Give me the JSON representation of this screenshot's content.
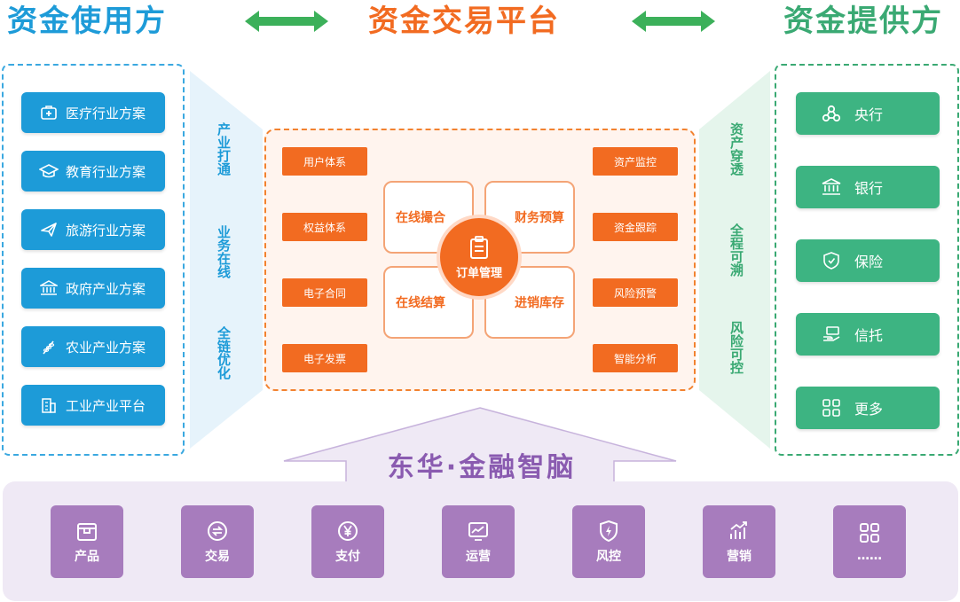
{
  "titles": {
    "left": "资金使用方",
    "center": "资金交易平台",
    "right": "资金提供方"
  },
  "left_panel": {
    "items": [
      {
        "label": "医疗行业方案",
        "icon": "medical-kit-icon"
      },
      {
        "label": "教育行业方案",
        "icon": "graduation-cap-icon"
      },
      {
        "label": "旅游行业方案",
        "icon": "airplane-icon"
      },
      {
        "label": "政府产业方案",
        "icon": "government-building-icon"
      },
      {
        "label": "农业产业方案",
        "icon": "wheat-icon"
      },
      {
        "label": "工业产业平台",
        "icon": "factory-building-icon"
      }
    ]
  },
  "left_banner": {
    "phrases": [
      "产业打通",
      "业务在线",
      "全链优化"
    ]
  },
  "right_banner": {
    "phrases": [
      "资产穿透",
      "全程可溯",
      "风险可控"
    ]
  },
  "right_panel": {
    "items": [
      {
        "label": "央行",
        "icon": "central-bank-icon"
      },
      {
        "label": "银行",
        "icon": "bank-icon"
      },
      {
        "label": "保险",
        "icon": "insurance-shield-icon"
      },
      {
        "label": "信托",
        "icon": "trust-hand-icon"
      },
      {
        "label": "更多",
        "icon": "more-grid-icon"
      }
    ]
  },
  "center": {
    "left_pills": [
      "用户体系",
      "权益体系",
      "电子合同",
      "电子发票"
    ],
    "right_pills": [
      "资产监控",
      "资金跟踪",
      "风险预警",
      "智能分析"
    ],
    "quads": {
      "top_left": "在线撮合",
      "top_right": "财务预算",
      "bottom_left": "在线结算",
      "bottom_right": "进销库存"
    },
    "hub": "订单管理"
  },
  "bottom": {
    "brain_title": "东华·金融智脑",
    "tiles": [
      {
        "label": "产品",
        "icon": "product-box-icon"
      },
      {
        "label": "交易",
        "icon": "exchange-icon"
      },
      {
        "label": "支付",
        "icon": "yuan-coin-icon"
      },
      {
        "label": "运营",
        "icon": "monitor-chart-icon"
      },
      {
        "label": "风控",
        "icon": "shield-bolt-icon"
      },
      {
        "label": "营销",
        "icon": "growth-chart-icon"
      },
      {
        "label": "……",
        "icon": "more-grid-icon"
      }
    ]
  },
  "colors": {
    "blue": "#1d9bd8",
    "orange": "#f26b21",
    "green": "#3aa973",
    "purple": "#a77cbd"
  }
}
